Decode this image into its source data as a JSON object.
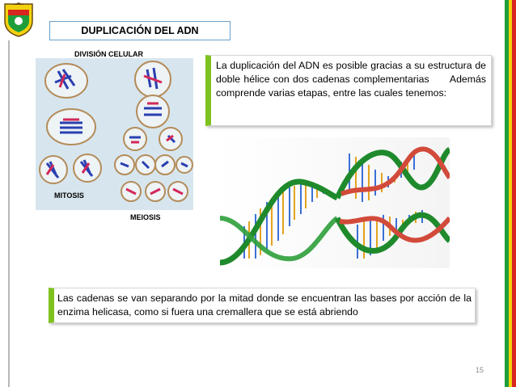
{
  "slide": {
    "title": "DUPLICACIÓN DEL ADN",
    "division_label": "DIVISIÓN CELULAR",
    "mitosis_label": "MITOSIS",
    "meiosis_label": "MEIOSIS",
    "intro_text": "La duplicación del ADN es posible gracias a su estructura de doble hélice con dos cadenas complementarias      Además comprende varias etapas, entre las cuales tenemos:",
    "bottom_text": "Las cadenas se van separando por la mitad donde se encuentran las bases por acción de la enzima helicasa, como si fuera una cremallera que se está abriendo",
    "page_number": "15"
  },
  "colors": {
    "accent_green": "#7fc21f",
    "title_border": "#6aa0c9",
    "stripe_green": "#1e9e3a",
    "stripe_yellow": "#f3d20d",
    "stripe_red": "#d7261f",
    "cell_panel": "#d7e6ee"
  }
}
